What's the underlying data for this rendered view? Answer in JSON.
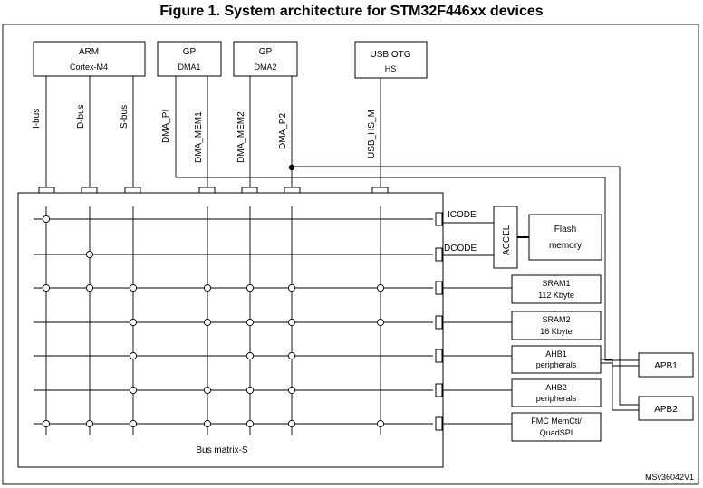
{
  "figure": {
    "title": "Figure 1. System architecture for STM32F446xx devices",
    "id_label": "MSv36042V1"
  },
  "masters": [
    {
      "line1": "ARM",
      "line2": "Cortex-M4"
    },
    {
      "line1": "GP",
      "line2": "DMA1"
    },
    {
      "line1": "GP",
      "line2": "DMA2"
    },
    {
      "line1": "USB OTG",
      "line2": "HS"
    }
  ],
  "bus_labels": [
    "I-bus",
    "D-bus",
    "S-bus",
    "DMA_PI",
    "DMA_MEM1",
    "DMA_MEM2",
    "DMA_P2",
    "USB_HS_M"
  ],
  "matrix_label": "Bus matrix-S",
  "code_buses": {
    "icode": "ICODE",
    "dcode": "DCODE"
  },
  "accel_label": "ACCEL",
  "flash": {
    "line1": "Flash",
    "line2": "memory"
  },
  "slaves": [
    {
      "line1": "SRAM1",
      "line2": "112 Kbyte"
    },
    {
      "line1": "SRAM2",
      "line2": "16 Kbyte"
    },
    {
      "line1": "AHB1",
      "line2": "peripherals"
    },
    {
      "line1": "AHB2",
      "line2": "peripherals"
    },
    {
      "line1": "FMC MemCtl/",
      "line2": "QuadSPI"
    }
  ],
  "apb": [
    "APB1",
    "APB2"
  ]
}
